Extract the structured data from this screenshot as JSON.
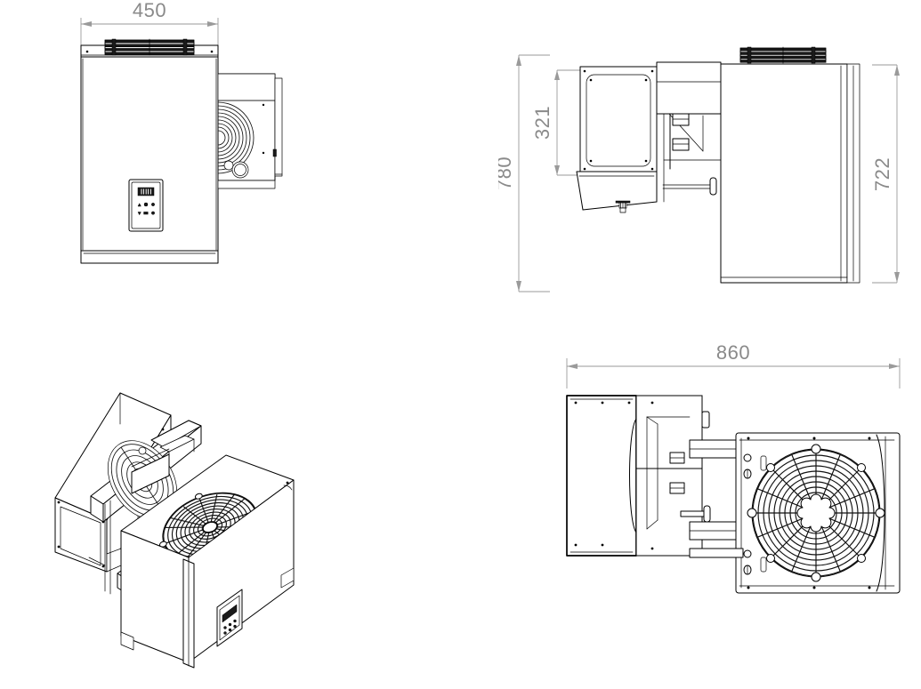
{
  "document": {
    "type": "technical-drawing",
    "subject": "Refrigeration monoblock / wall-mounted cold room unit",
    "background_color": "#ffffff",
    "line_color": "#000000",
    "dimension_color": "#8a8a8a"
  },
  "dimensions": {
    "width_front": {
      "value": "450",
      "unit_implied": "mm",
      "view": "front-view",
      "orientation": "horizontal"
    },
    "height_total": {
      "value": "780",
      "unit_implied": "mm",
      "view": "side-view",
      "orientation": "vertical"
    },
    "height_evaporator": {
      "value": "321",
      "unit_implied": "mm",
      "view": "side-view",
      "orientation": "vertical"
    },
    "height_condenser": {
      "value": "722",
      "unit_implied": "mm",
      "view": "side-view",
      "orientation": "vertical"
    },
    "depth_total": {
      "value": "860",
      "unit_implied": "mm",
      "view": "top-view",
      "orientation": "horizontal"
    }
  },
  "views": [
    {
      "id": "front-view",
      "name": "Front elevation",
      "position": "top-left"
    },
    {
      "id": "side-view",
      "name": "Side elevation",
      "position": "top-right"
    },
    {
      "id": "isometric-view",
      "name": "Isometric / 3D perspective",
      "position": "bottom-left"
    },
    {
      "id": "top-view",
      "name": "Top plan view",
      "position": "bottom-right"
    }
  ],
  "components": {
    "control_panel": {
      "name": "Digital controller keypad",
      "display_segments": "888",
      "button_rows": 2,
      "buttons_per_row": 3
    },
    "condenser_fan": {
      "name": "Axial condenser fan with wire guard",
      "guard_rings": 11,
      "guard_spokes": 8
    },
    "evaporator_fan": {
      "name": "Evaporator fan",
      "location": "inside upper housing"
    },
    "top_grille": {
      "name": "Top louvre grille / air outlet",
      "louvre_count": 6
    },
    "drain": {
      "name": "Condensate drain outlet"
    },
    "terminal_blocks": {
      "name": "Electrical terminal connectors",
      "count": 2
    }
  }
}
